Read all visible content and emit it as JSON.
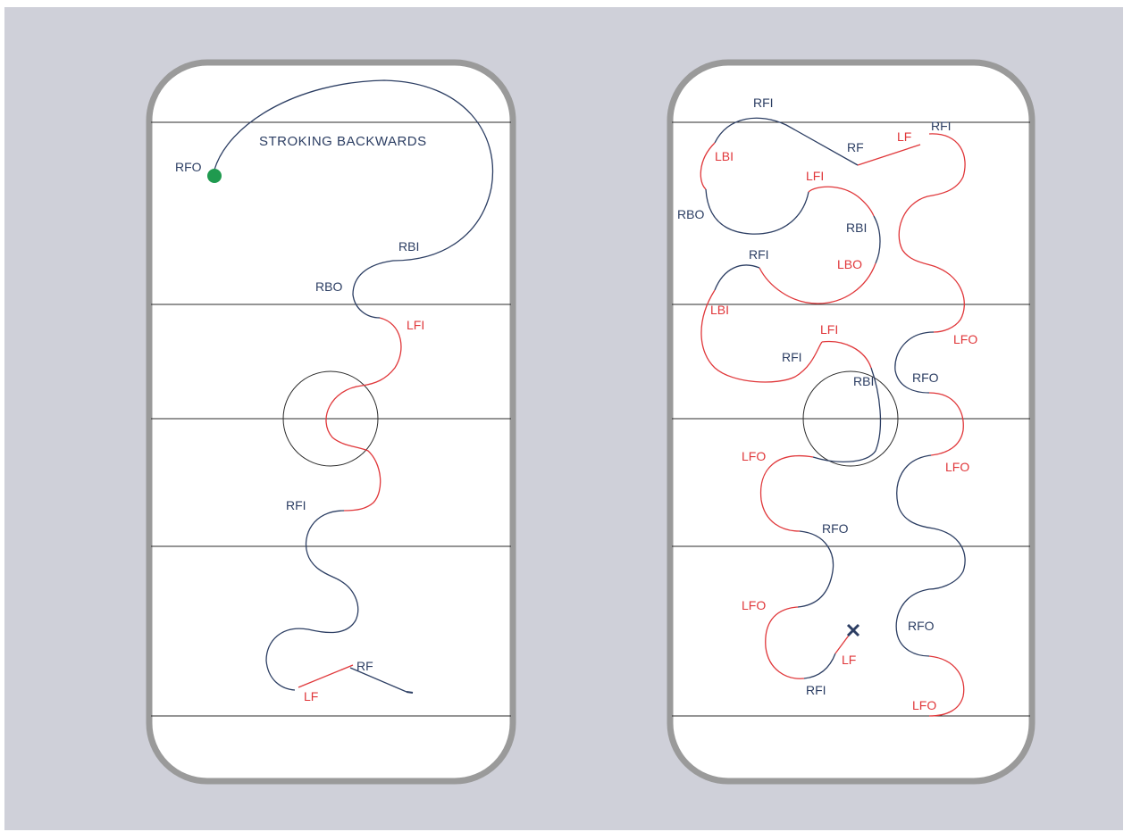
{
  "colors": {
    "background": "#cfd0d9",
    "rink_fill": "#ffffff",
    "rink_border": "#9a9a9a",
    "line": "#2b2b2b",
    "blue": "#2c3e63",
    "red": "#e0373a",
    "start_dot": "#1f9a4f"
  },
  "left_rink": {
    "title": "STROKING BACKWARDS",
    "labels": [
      "RFO",
      "RBI",
      "RBO",
      "LFI",
      "RFI",
      "RF",
      "LF"
    ]
  },
  "right_rink": {
    "labels": [
      "RFI",
      "RF",
      "LF",
      "RFI",
      "LBI",
      "LFI",
      "RBO",
      "RBI",
      "RFI",
      "LBO",
      "LBI",
      "LFI",
      "LFO",
      "RFI",
      "RBI",
      "RFO",
      "LFO",
      "LFO",
      "RFO",
      "LFO",
      "RFO",
      "LF",
      "RFI",
      "LFO"
    ]
  },
  "icons": {
    "start": "start-dot-icon",
    "end": "end-x-icon"
  }
}
